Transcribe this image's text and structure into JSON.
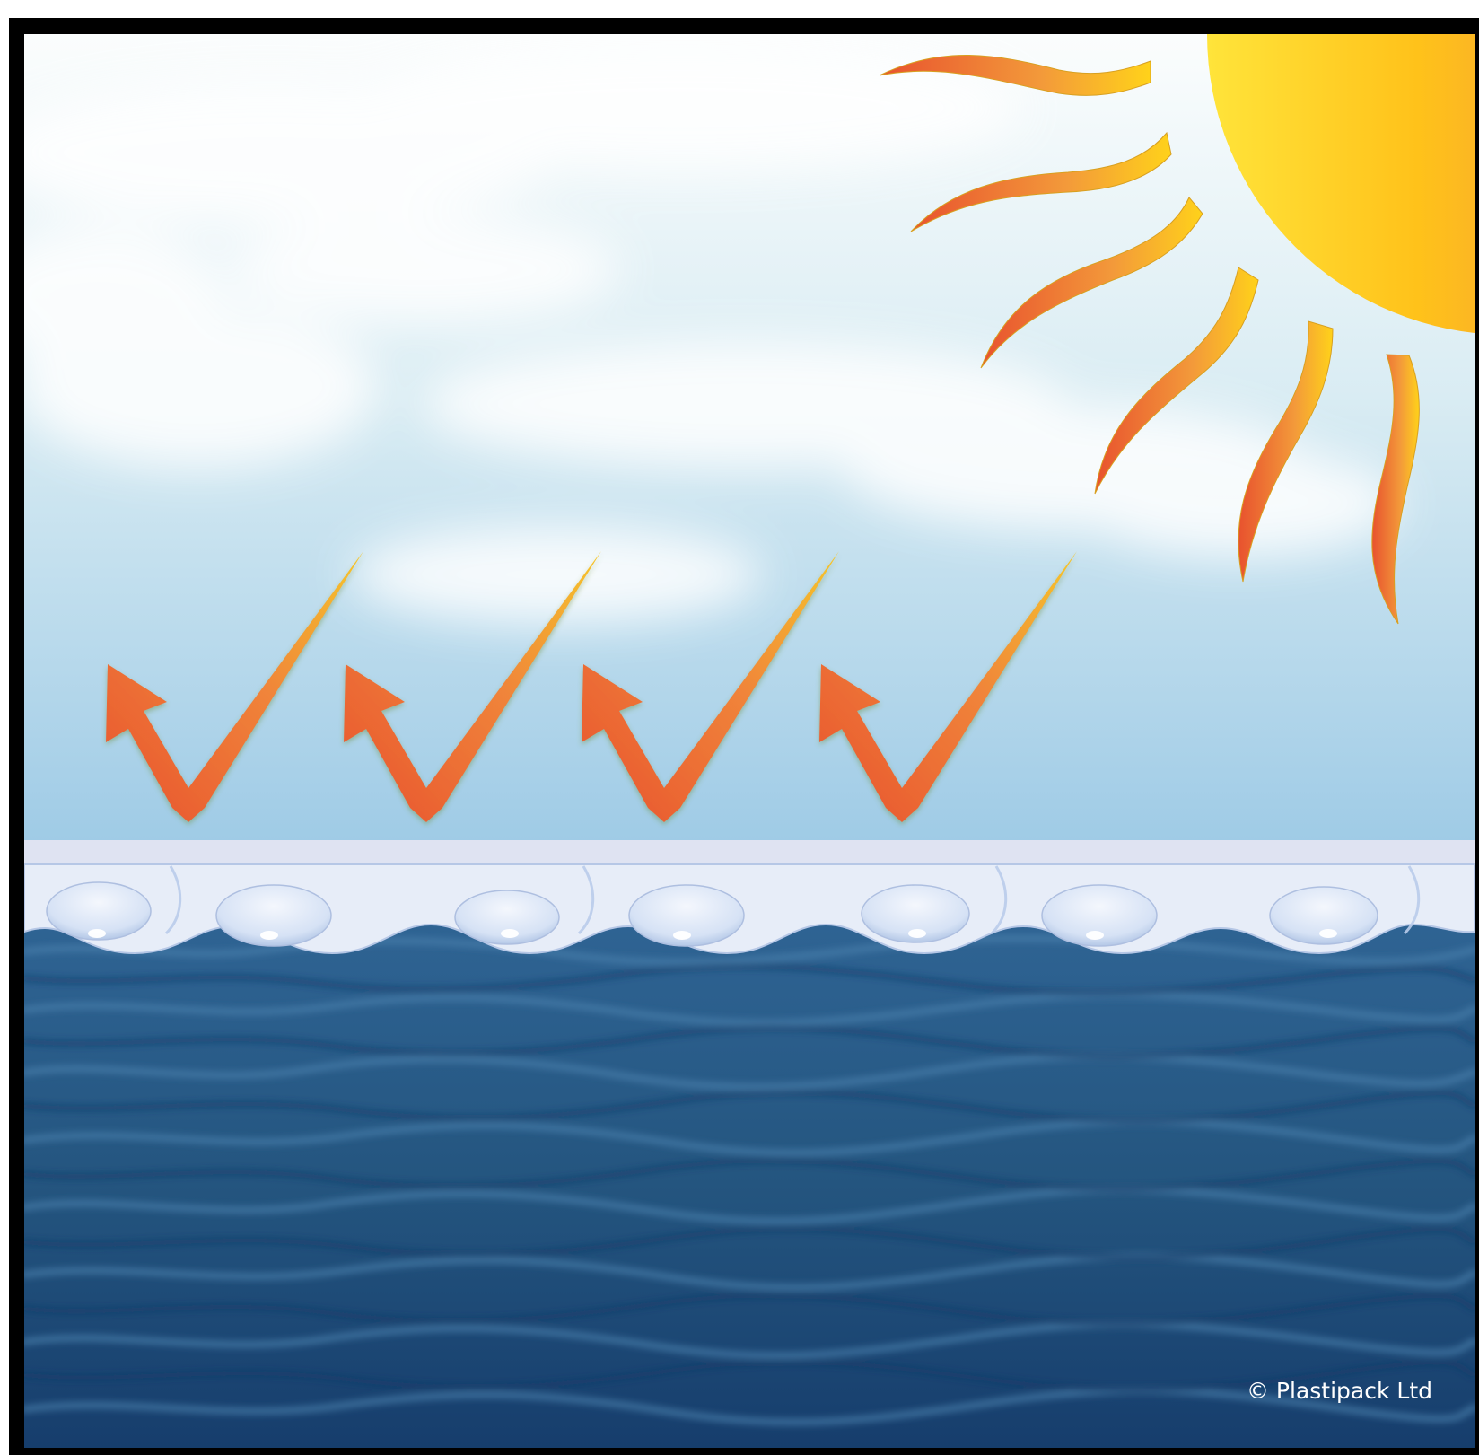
{
  "diagram": {
    "copyright": "© Plastipack Ltd",
    "elements": {
      "sun": "sun-icon",
      "rays": "sun-ray",
      "reflected_arrows": "reflection-arrow",
      "cover": "bubble-cover",
      "water": "water"
    },
    "reflection_count": 4,
    "colors": {
      "sky_top": "#fbfdfd",
      "sky_bottom": "#9fcbe6",
      "sun_yellow": "#ffd21a",
      "sun_orange": "#f39a3a",
      "sun_red": "#e54a30",
      "arrow_orange": "#f07a3a",
      "arrow_red": "#e8522e",
      "arrow_yellow": "#f6c72a",
      "cover": "#dfe7f6",
      "water_light": "#2f6494",
      "water_dark": "#163d6c",
      "frame": "#000000"
    }
  }
}
